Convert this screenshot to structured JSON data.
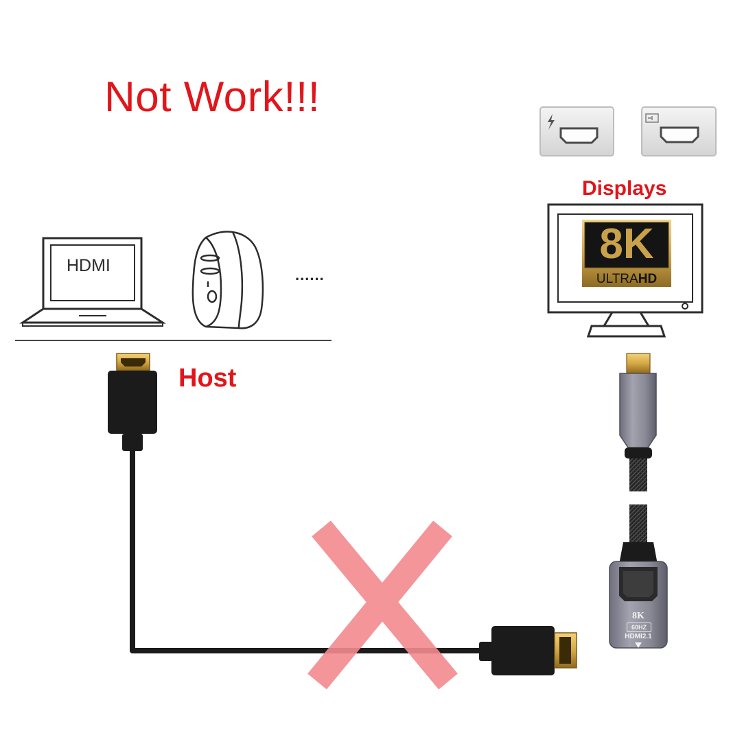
{
  "headline": "Not Work!!!",
  "displays_label": "Displays",
  "host_label": "Host",
  "laptop_screen_text": "HDMI",
  "ellipsis": "......",
  "badge": {
    "main": "8K",
    "sub_light": "ULTRA",
    "sub_bold": "HD"
  },
  "adapter": {
    "resolution": "8K",
    "refresh": "60HZ",
    "version": "HDMI2.1"
  },
  "colors": {
    "label_red": "#e0161b",
    "cross_pink": "#f28a8f",
    "badge_gold": "#c9a14a",
    "badge_dark": "#141414",
    "adapter_gray": "#8c8c99",
    "cable_black": "#1b1b1b",
    "connector_gold": "#d5a845",
    "line_art": "#2c2c2c"
  },
  "icons": [
    "thunderbolt-icon",
    "mini-displayport-icon",
    "laptop-icon",
    "desktop-tower-icon",
    "monitor-icon",
    "hdmi-male-plug-icon",
    "mini-dp-plug-icon",
    "hdmi-female-adapter-icon",
    "cross-mark-icon"
  ]
}
